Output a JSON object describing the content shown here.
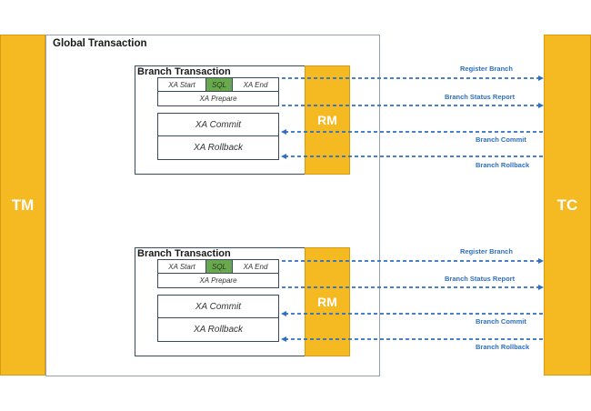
{
  "tm": {
    "label": "TM"
  },
  "tc": {
    "label": "TC"
  },
  "global": {
    "title": "Global Transaction"
  },
  "branches": [
    {
      "title": "Branch Transaction",
      "xa_start": "XA Start",
      "sql": "SQL",
      "xa_end": "XA End",
      "xa_prepare": "XA Prepare",
      "xa_commit": "XA Commit",
      "xa_rollback": "XA Rollback",
      "rm": "RM"
    },
    {
      "title": "Branch Transaction",
      "xa_start": "XA Start",
      "sql": "SQL",
      "xa_end": "XA End",
      "xa_prepare": "XA Prepare",
      "xa_commit": "XA Commit",
      "xa_rollback": "XA Rollback",
      "rm": "RM"
    }
  ],
  "connections": {
    "register_branch": "Register Branch",
    "branch_status_report": "Branch Status Report",
    "branch_commit": "Branch Commit",
    "branch_rollback": "Branch Rollback"
  },
  "colors": {
    "pillar": "#f5b922",
    "sql": "#6aa84f",
    "arrow": "#2e6fc2",
    "border": "#3a4a63"
  }
}
